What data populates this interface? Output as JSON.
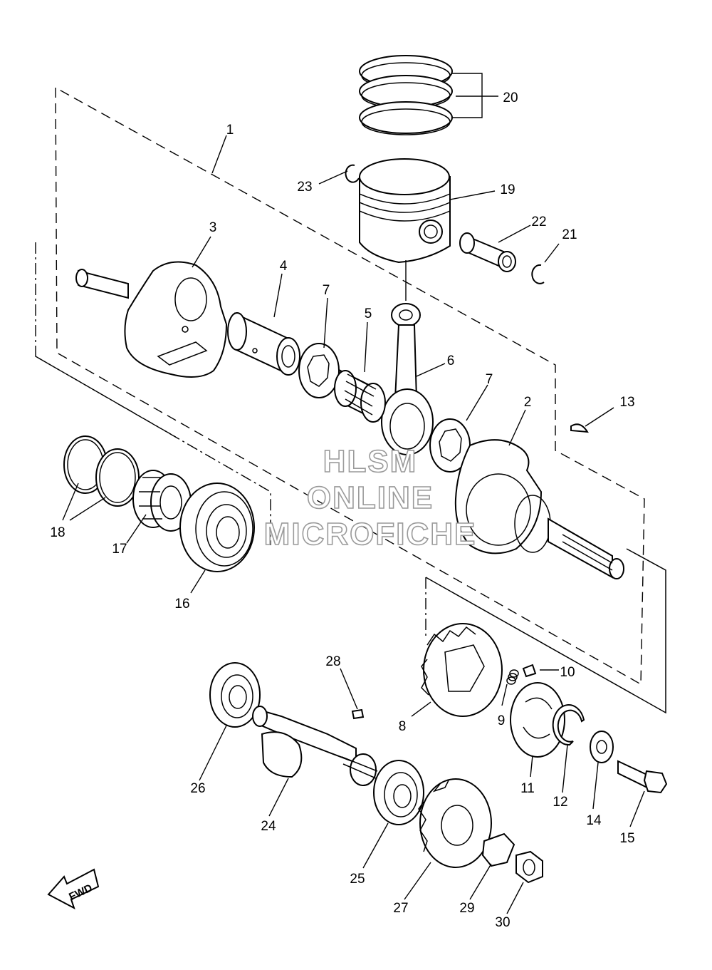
{
  "callouts": {
    "c1": "1",
    "c2": "2",
    "c3": "3",
    "c4": "4",
    "c5": "5",
    "c6": "6",
    "c7a": "7",
    "c7b": "7",
    "c8": "8",
    "c9": "9",
    "c10": "10",
    "c11": "11",
    "c12": "12",
    "c13": "13",
    "c14": "14",
    "c15": "15",
    "c16": "16",
    "c17": "17",
    "c18": "18",
    "c19": "19",
    "c20": "20",
    "c21": "21",
    "c22": "22",
    "c23": "23",
    "c24": "24",
    "c25": "25",
    "c26": "26",
    "c27": "27",
    "c28": "28",
    "c29": "29",
    "c30": "30"
  },
  "watermark": {
    "line1": "HLSM",
    "line2": "ONLINE",
    "line3": "MICROFICHE"
  },
  "fwd_label": "FWD"
}
